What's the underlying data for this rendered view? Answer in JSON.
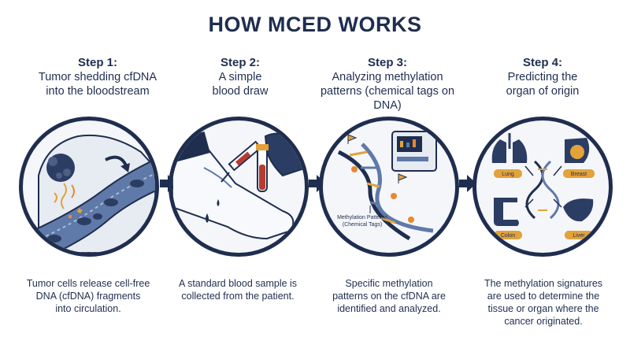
{
  "title": "HOW MCED WORKS",
  "steps": [
    {
      "number": "Step 1:",
      "heading": "Tumor shedding cfDNA\ninto the bloodstream",
      "description": "Tumor cells release cell-free\nDNA (cfDNA) fragments\ninto circulation."
    },
    {
      "number": "Step 2:",
      "heading": "A simple\nblood draw",
      "description": "A standard blood sample is\ncollected from the patient."
    },
    {
      "number": "Step 3:",
      "heading": "Analyzing methylation\npatterns (chemical tags on DNA)",
      "description": "Specific methylation\npatterns on the cfDNA are\nidentified and analyzed.",
      "callout_line1": "Methylation Patterns",
      "callout_line2": "(Chemical Tags)"
    },
    {
      "number": "Step 4:",
      "heading": "Predicting the\norgan of origin",
      "description": "The methylation signatures\nare used to determine the\ntissue or organ where the\ncancer originated.",
      "organs": [
        "Lung",
        "Breast",
        "Colon",
        "Liver"
      ]
    }
  ],
  "colors": {
    "navy": "#1f2e4f",
    "blood": "#b93b2f",
    "gold": "#e3a23a",
    "orange": "#e8892c",
    "vessel": "#5f79a8"
  }
}
